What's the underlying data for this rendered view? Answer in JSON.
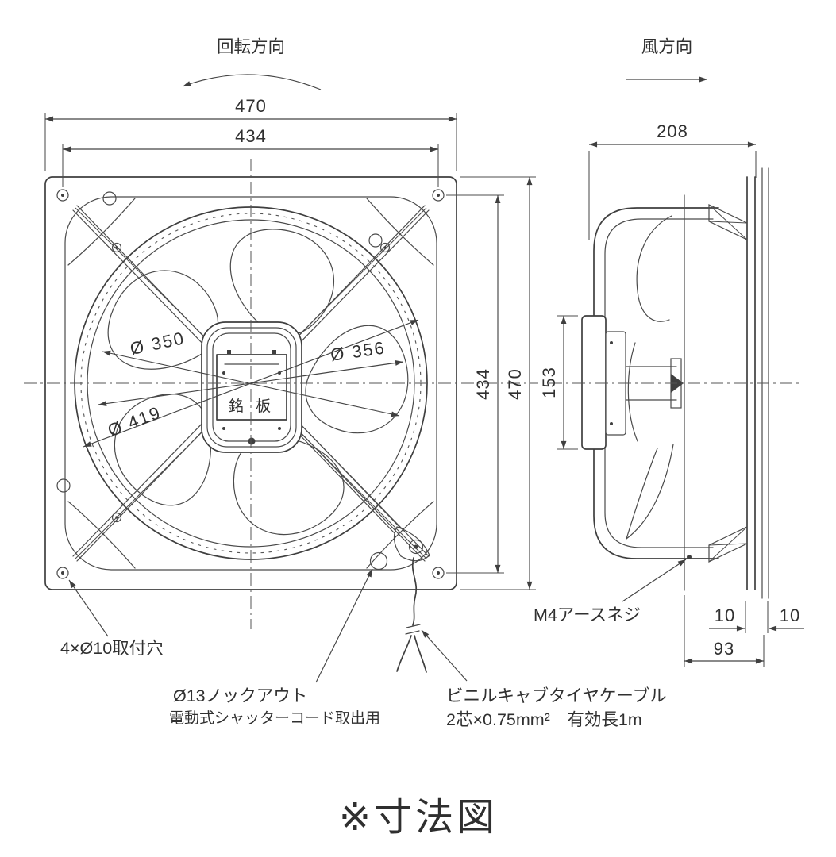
{
  "drawing": {
    "caption": "※寸法図",
    "front": {
      "rotation_label": "回転方向",
      "dim_width_outer": "470",
      "dim_width_holes": "434",
      "dim_height_holes": "434",
      "dim_height_outer": "470",
      "dia_fan": "Ø 350",
      "dia_opening": "Ø 356",
      "dia_blade_tip": "Ø 419",
      "nameplate": "銘 板",
      "mounting_holes_note": "4×Ø10取付穴",
      "knockout_note_1": "Ø13ノックアウト",
      "knockout_note_2": "電動式シャッターコード取出用"
    },
    "side": {
      "wind_label": "風方向",
      "dim_depth": "208",
      "dim_motor_height": "153",
      "dim_gap_left": "10",
      "dim_gap_right": "10",
      "dim_flange_depth": "93",
      "earth_screw_note": "M4アースネジ",
      "cable_note_1": "ビニルキャブタイヤケーブル",
      "cable_note_2": "2芯×0.75mm²　有効長1m"
    }
  }
}
